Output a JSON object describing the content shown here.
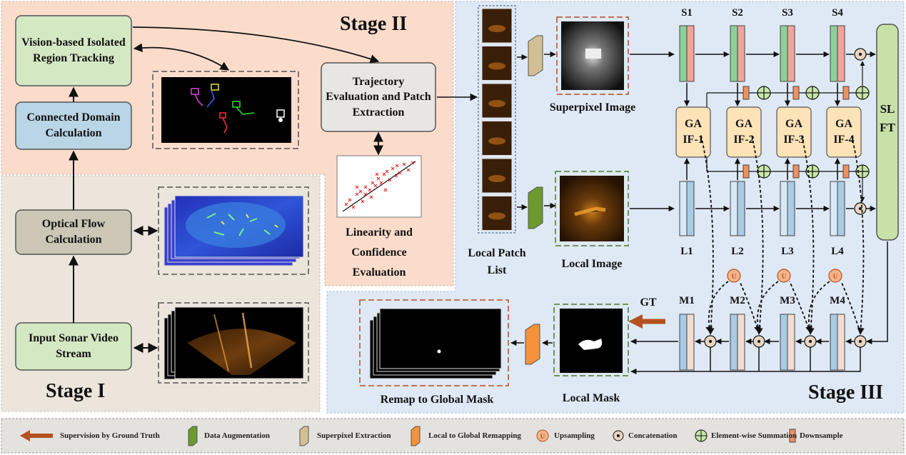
{
  "stages": {
    "stage1": "Stage I",
    "stage2": "Stage II",
    "stage3": "Stage III"
  },
  "boxes": {
    "input": "Input Sonar Video Stream",
    "optical": "Optical Flow Calculation",
    "connected": "Connected Domain Calculation",
    "vision": "Vision-based Isolated Region Tracking",
    "trajectory": "Trajectory Evaluation and Patch Extraction",
    "linearity": "Linearity and Confidence Evaluation"
  },
  "labels": {
    "superpixel_image": "Superpixel Image",
    "local_image": "Local Image",
    "local_patch_list": "Local Patch List",
    "local_mask": "Local Mask",
    "remap": "Remap to Global Mask",
    "gt": "GT",
    "slft": "SLFT"
  },
  "s_labels": [
    "S1",
    "S2",
    "S3",
    "S4"
  ],
  "l_labels": [
    "L1",
    "L2",
    "L3",
    "L4"
  ],
  "m_labels": [
    "M1",
    "M2",
    "M3",
    "M4"
  ],
  "gaif": [
    {
      "line1": "GA",
      "line2": "IF-1"
    },
    {
      "line1": "GA",
      "line2": "IF-2"
    },
    {
      "line1": "GA",
      "line2": "IF-3"
    },
    {
      "line1": "GA",
      "line2": "IF-4"
    }
  ],
  "upsample_glyph": "U",
  "legend": [
    {
      "text": "Supervision by Ground Truth"
    },
    {
      "text": "Data Augmentation"
    },
    {
      "text": "Superpixel Extraction"
    },
    {
      "text": "Local to Global Remapping"
    },
    {
      "text": "Upsampling"
    },
    {
      "text": "Concatenation"
    },
    {
      "text": "Element-wise Summation"
    },
    {
      "text": "Downsample"
    }
  ],
  "colors": {
    "stage1_bg": "#ece5db",
    "stage2_bg": "#fbdccb",
    "stage3_bg": "#dfe9f5",
    "green_box": "#d5e8c4",
    "blue_box": "#b9d5e6",
    "gray_box": "#cbc6b6",
    "light_gray_box": "#e8e6e2",
    "ga_box": "#fde3b8",
    "slft": "#c9e1a8",
    "arrow_gt": "#b5501f"
  }
}
